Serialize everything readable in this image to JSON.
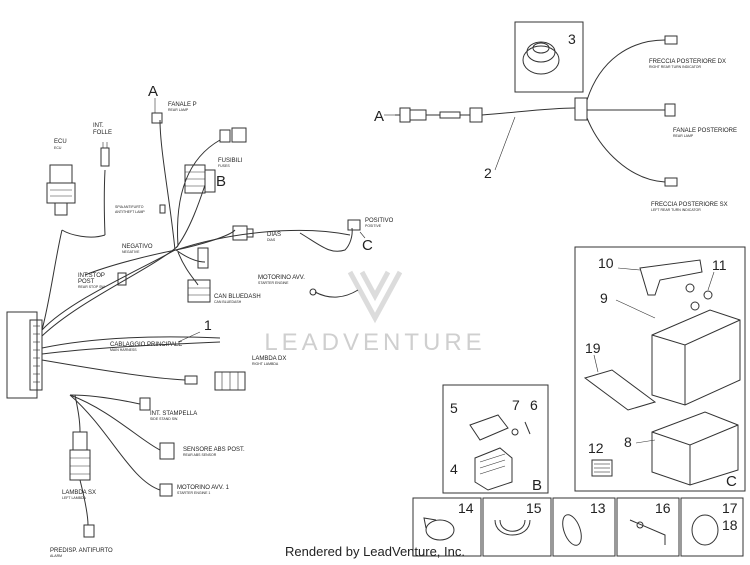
{
  "watermark": {
    "text": "LEADVENTURE"
  },
  "footer": {
    "text": "Rendered by LeadVenture, Inc."
  },
  "harness": {
    "labels": {
      "fanale_p": "FANALE P",
      "fanale_p_sub": "REAR LAMP",
      "ecu": "ECU",
      "ecu_sub": "ECU",
      "int_folle": "INT.",
      "int_folle2": "FOLLE",
      "fusibili": "FUSIBILI",
      "fusibili_sub": "FUSES",
      "spia_antifurto": "SPIA ANTIFURTO",
      "spia_antifurto_sub": "ANTITHEFT LAMP",
      "dias": "DIAS",
      "dias_sub": "DIAS",
      "positivo": "POSITIVO",
      "positivo_sub": "POSITIVE",
      "negativo": "NEGATIVO",
      "negativo_sub": "NEGATIVE",
      "int_stop": "INT.STOP",
      "int_stop2": "POST",
      "int_stop_sub": "REAR STOP SW",
      "can_bluedash": "CAN BLUEDASH",
      "can_bluedash_sub": "CAN BLUEDASH",
      "motorino_avv": "MOTORINO AVV.",
      "motorino_avv_sub": "STARTER ENGINE",
      "cablaggio": "CABLAGGIO PRINCIPALE",
      "cablaggio_sub": "MAIN HARNESS",
      "lambda_dx": "LAMBDA DX",
      "lambda_dx_sub": "RIGHT LAMBDA",
      "int_stampella": "INT. STAMPELLA",
      "int_stampella_sub": "SIDE STAND SW.",
      "sensore_abs": "SENSORE ABS POST.",
      "sensore_abs_sub": "REAR ABS SENSOR",
      "motorino_avv1": "MOTORINO AVV. 1",
      "motorino_avv1_sub": "STARTER ENGINE 1",
      "lambda_sx": "LAMBDA SX",
      "lambda_sx_sub": "LEFT LAMBDA",
      "predisp": "PREDISP. ANTIFURTO",
      "predisp_sub": "ALARM"
    },
    "callouts": {
      "A": "A",
      "B": "B",
      "C": "C",
      "one": "1"
    }
  },
  "rear": {
    "labels": {
      "freccia_dx": "FRECCIA POSTERIORE DX",
      "freccia_dx_sub": "RIGHT REAR TURN INDICATOR",
      "fanale_post": "FANALE POSTERIORE",
      "fanale_post_sub": "REAR LAMP",
      "freccia_sx": "FRECCIA POSTERIORE SX",
      "freccia_sx_sub": "LEFT REAR TURN INDICATOR"
    },
    "callouts": {
      "A": "A",
      "two": "2",
      "three": "3"
    }
  },
  "battery_box": {
    "callouts": {
      "c10": "10",
      "c11": "11",
      "c9": "9",
      "c19": "19",
      "c8": "8",
      "c12": "12",
      "C": "C"
    }
  },
  "fuse_box": {
    "callouts": {
      "c5": "5",
      "c7": "7",
      "c6": "6",
      "c4": "4",
      "B": "B"
    }
  },
  "clips": {
    "callouts": {
      "c14": "14",
      "c15": "15",
      "c13": "13",
      "c16": "16",
      "c17": "17",
      "c18": "18"
    }
  }
}
